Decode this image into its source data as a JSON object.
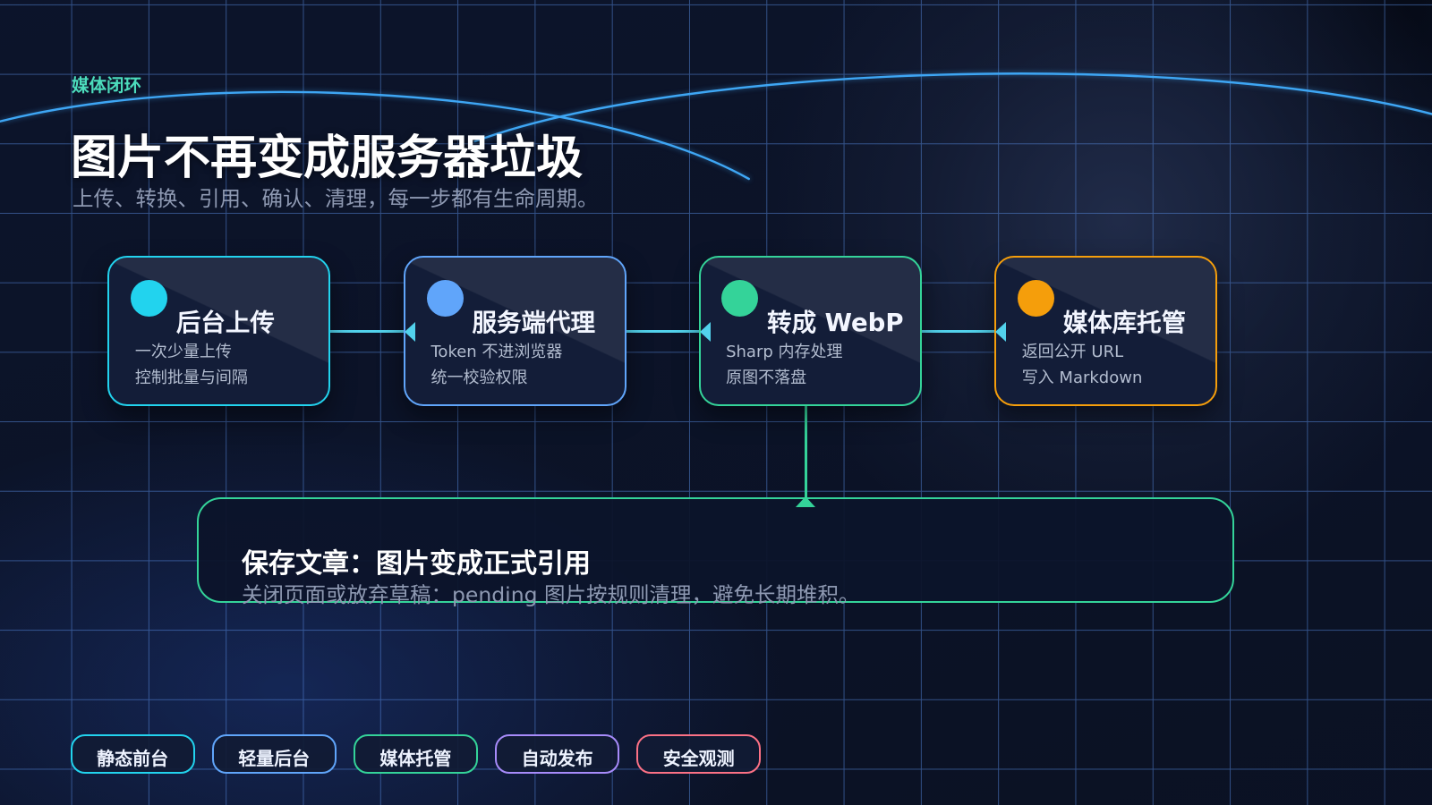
{
  "slide": {
    "eyebrow": "媒体闭环",
    "title": "图片不再变成服务器垃圾",
    "subtitle": "上传、转换、引用、确认、清理，每一步都有生命周期。",
    "flow": {
      "steps": [
        {
          "icon": "filled-circle",
          "title": "后台上传",
          "lines": [
            "一次少量上传",
            "控制批量与间隔"
          ],
          "color": "#22d3ee"
        },
        {
          "icon": "filled-circle",
          "title": "服务端代理",
          "lines": [
            "Token 不进浏览器",
            "统一校验权限"
          ],
          "color": "#60a5fa"
        },
        {
          "icon": "filled-circle",
          "title": "转成 WebP",
          "lines": [
            "Sharp 内存处理",
            "原图不落盘"
          ],
          "color": "#34d399"
        },
        {
          "icon": "filled-circle",
          "title": "媒体库托管",
          "lines": [
            "返回公开 URL",
            "写入 Markdown"
          ],
          "color": "#f59e0b"
        }
      ],
      "outcome": {
        "title": "保存文章：图片变成正式引用",
        "note": "关闭页面或放弃草稿：pending 图片按规则清理，避免长期堆积。",
        "color": "#34d399"
      }
    },
    "tags": [
      {
        "label": "静态前台",
        "color": "#22d3ee"
      },
      {
        "label": "轻量后台",
        "color": "#60a5fa"
      },
      {
        "label": "媒体托管",
        "color": "#34d399"
      },
      {
        "label": "自动发布",
        "color": "#a78bfa"
      },
      {
        "label": "安全观测",
        "color": "#fb7185"
      }
    ]
  },
  "theme": {
    "background": "#0b1226",
    "grid_line": "#5a8fe6",
    "eyebrow": "#4cdcbc",
    "connector": "#52d2ec"
  }
}
